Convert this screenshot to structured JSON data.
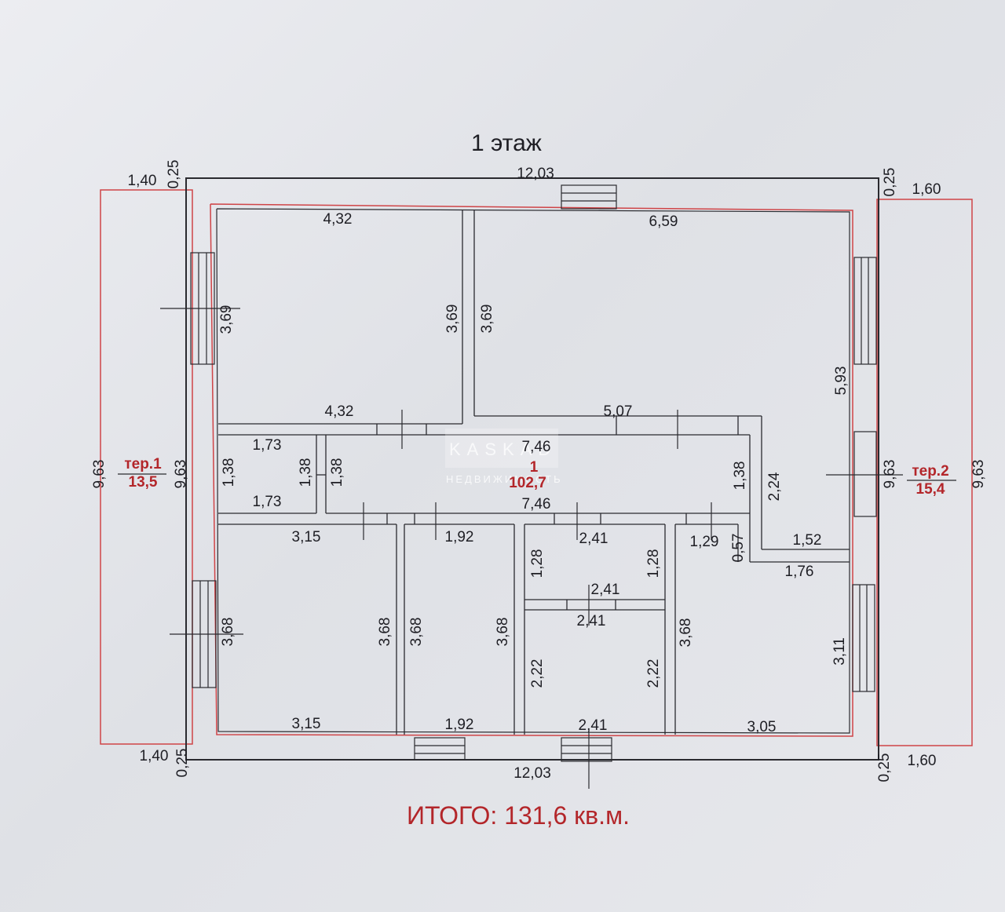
{
  "title": "1 этаж",
  "total": "ИТОГО: 131,6 кв.м.",
  "watermark": {
    "brand": "KASKAD",
    "sub": "НЕДВИЖИМОСТЬ"
  },
  "colors": {
    "room_outline": "#cf4447",
    "wall": "#2a2a2f",
    "accent": "#b3262a"
  },
  "room_main": {
    "num": "1",
    "area": "102,7"
  },
  "terrace_1": {
    "label": "тер.1",
    "area": "13,5"
  },
  "terrace_2": {
    "label": "тер.2",
    "area": "15,4"
  },
  "dims": {
    "top_width": "12,03",
    "bottom_width": "12,03",
    "top_left_ter": "1,40",
    "top_left_wall": "0,25",
    "top_right_wall": "0,25",
    "top_right_ter": "1,60",
    "bottom_left_ter": "1,40",
    "bottom_left_wall": "0,25",
    "bottom_right_wall": "0,25",
    "bottom_right_ter": "1,60",
    "ter1_height": "9,63",
    "left_wall_height": "9,63",
    "right_wall_height": "9,63",
    "ter2_height": "9,63",
    "room_a_top": "4,32",
    "room_a_bottom": "4,32",
    "room_a_left": "3,69",
    "room_a_right": "3,69",
    "room_b_top": "6,59",
    "room_b_left": "3,69",
    "room_b_right": "5,93",
    "room_b_bottom": "5,07",
    "room_c_top": "1,73",
    "room_c_bottom": "1,73",
    "room_c_left": "1,38",
    "room_c_right": "1,38",
    "hall_top": "7,46",
    "hall_bottom": "7,46",
    "hall_left": "1,38",
    "hall_right": "1,38",
    "corridor_right": "2,24",
    "nook_bottom": "1,52",
    "room_d_top": "3,15",
    "room_d_bottom": "3,15",
    "room_d_left": "3,68",
    "room_d_right": "3,68",
    "room_e_top": "1,92",
    "room_e_bottom": "1,92",
    "room_e_left": "3,68",
    "room_e_right": "3,68",
    "room_f_top": "2,41",
    "room_f_bottom": "2,41",
    "room_f_left": "1,28",
    "room_f_right": "1,28",
    "room_g_top": "2,41",
    "room_g_bottom": "2,41",
    "room_g_left": "2,22",
    "room_g_right": "2,22",
    "room_h_top_a": "1,29",
    "room_h_top_b": "0,57",
    "room_h_top_c": "1,76",
    "room_h_left": "3,68",
    "room_h_right": "3,11",
    "room_h_bottom": "3,05"
  }
}
